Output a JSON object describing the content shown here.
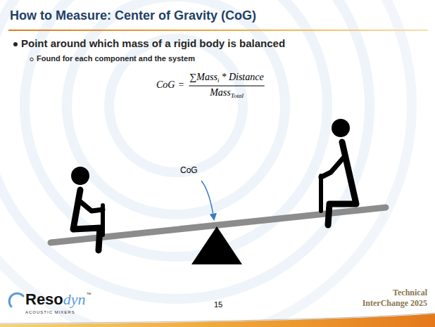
{
  "diagram": {
    "title": "How to Measure: Center of Gravity (CoG)",
    "labels": [
      "Point around which mass of a rigid body is balanced",
      "Found for each component and the system",
      "CoG",
      "=",
      "∑Mass",
      "i",
      "* Distance",
      "Mass",
      "Total",
      "CoG",
      "Reso",
      "dyn",
      "™",
      "ACOUSTIC MIXERS",
      "15",
      "Technical",
      "InterChange 2025"
    ]
  }
}
